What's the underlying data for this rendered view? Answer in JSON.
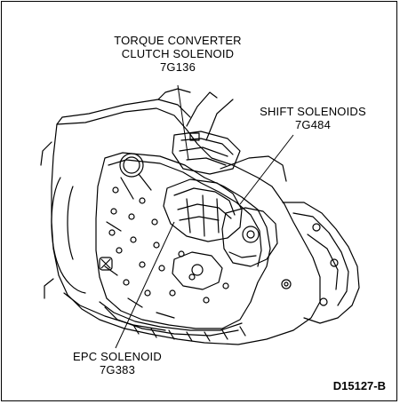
{
  "callouts": {
    "tcc_solenoid": {
      "line1": "TORQUE CONVERTER",
      "line2": "CLUTCH SOLENOID",
      "part_number": "7G136"
    },
    "shift_solenoids": {
      "line1": "SHIFT SOLENOIDS",
      "part_number": "7G484"
    },
    "epc_solenoid": {
      "line1": "EPC SOLENOID",
      "part_number": "7G383"
    }
  },
  "figure_id": "D15127-B",
  "colors": {
    "ink": "#000000",
    "paper": "#ffffff"
  }
}
